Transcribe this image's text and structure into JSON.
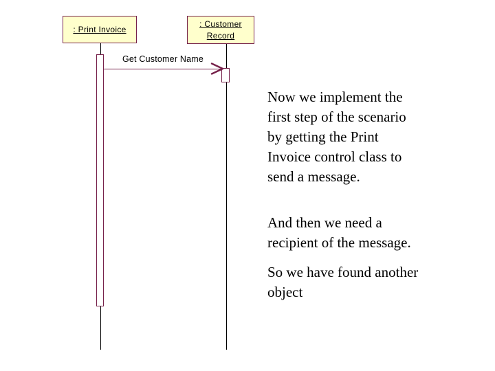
{
  "diagram": {
    "objects": [
      {
        "name": "print-invoice",
        "label": ": Print Invoice"
      },
      {
        "name": "customer-record",
        "label_lines": [
          ": Customer",
          "Record"
        ]
      }
    ],
    "message": {
      "label": "Get Customer Name"
    }
  },
  "notes": [
    {
      "lines": [
        "Now we implement the",
        "first step of the scenario",
        "by getting the Print",
        "Invoice control class to",
        "send a message."
      ]
    },
    {
      "lines": [
        "And then we need a",
        "recipient of the message."
      ]
    },
    {
      "lines": [
        "So we have found another",
        "object"
      ]
    }
  ],
  "colors": {
    "box_fill": "#FFFFCC",
    "diagram_line": "#76214A",
    "lifeline": "#000000",
    "text": "#000000",
    "background": "#FFFFFF"
  }
}
